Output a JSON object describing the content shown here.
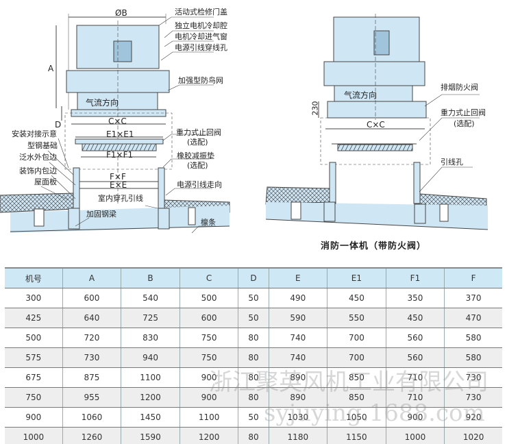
{
  "left_diagram": {
    "dims": {
      "b": "ØB",
      "a": "A",
      "d": "D",
      "cc": "C×C",
      "e1": "E1×E1",
      "f1": "F1×F1",
      "ff": "F×F",
      "ee": "E×E"
    },
    "airflow": "气流方向",
    "labels_right": [
      "活动式检修门盖",
      "独立电机冷却腔",
      "电机冷却进气窗",
      "电源引线穿线孔",
      "加强型防鸟网",
      "重力式止回阀",
      "(选配)",
      "橡胶减振垫",
      "(选配)",
      "电源引线走向",
      "檩条"
    ],
    "labels_left": [
      "安装对接示意",
      "型钢基础",
      "泛水外包边",
      "装饰内包边",
      "屋面板"
    ],
    "labels_inner": [
      "室内穿孔引线",
      "加固钢梁"
    ]
  },
  "right_diagram": {
    "airflow": "气流方向",
    "height": "230",
    "cc": "C×C",
    "labels": [
      "排烟防火阀",
      "重力式止回阀",
      "(选配)",
      "引线孔"
    ],
    "title": "消防一体机（带防火阀）"
  },
  "table": {
    "headers": [
      "机号",
      "A",
      "B",
      "C",
      "D",
      "E",
      "E1",
      "F1",
      "F"
    ],
    "rows": [
      [
        "300",
        "600",
        "540",
        "500",
        "50",
        "490",
        "450",
        "350",
        "370"
      ],
      [
        "425",
        "640",
        "725",
        "600",
        "50",
        "590",
        "550",
        "450",
        "470"
      ],
      [
        "500",
        "720",
        "830",
        "750",
        "80",
        "740",
        "700",
        "560",
        "580"
      ],
      [
        "575",
        "730",
        "940",
        "750",
        "80",
        "740",
        "700",
        "560",
        "580"
      ],
      [
        "675",
        "875",
        "1100",
        "900",
        "80",
        "890",
        "850",
        "710",
        "730"
      ],
      [
        "750",
        "955",
        "1200",
        "900",
        "80",
        "890",
        "850",
        "710",
        "730"
      ],
      [
        "900",
        "1060",
        "1450",
        "1100",
        "50",
        "1030",
        "1050",
        "900",
        "920"
      ],
      [
        "1000",
        "1260",
        "1590",
        "1200",
        "80",
        "1180",
        "1150",
        "1000",
        "1020"
      ]
    ]
  },
  "watermark": {
    "company": "浙江聚英风机工业有限公司",
    "url": "syjuying.1688.com"
  },
  "colors": {
    "fill": "#cfe6f4",
    "header": "#cfe8f6",
    "line": "#444"
  }
}
